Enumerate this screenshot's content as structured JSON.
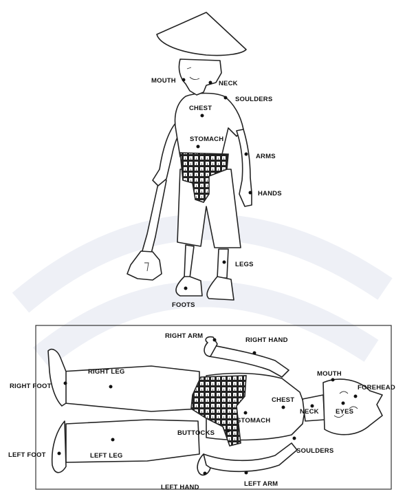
{
  "standing_figure": {
    "labels": {
      "mouth": "MOUTH",
      "neck": "NECK",
      "soulders": "SOULDERS",
      "chest": "CHEST",
      "stomach": "STOMACH",
      "arms": "ARMS",
      "hands": "HANDS",
      "legs": "LEGS",
      "foots": "FOOTS"
    }
  },
  "lying_figure": {
    "labels": {
      "right_arm": "RIGHT ARM",
      "right_hand": "RIGHT HAND",
      "right_leg": "RIGHT LEG",
      "right_foot": "RIGHT FOOT",
      "mouth": "MOUTH",
      "forehead": "FOREHEAD",
      "chest": "CHEST",
      "neck": "NECK",
      "eyes": "EYES",
      "stomach": "STOMACH",
      "buttocks": "BUTTOCKS",
      "left_foot": "LEFT FOOT",
      "left_leg": "LEFT LEG",
      "soulders": "SOULDERS",
      "left_hand": "LEFT HAND",
      "left_arm": "LEFT ARM"
    }
  },
  "colors": {
    "ink": "#222222",
    "watermark": "#eef0f6",
    "background": "#ffffff"
  }
}
